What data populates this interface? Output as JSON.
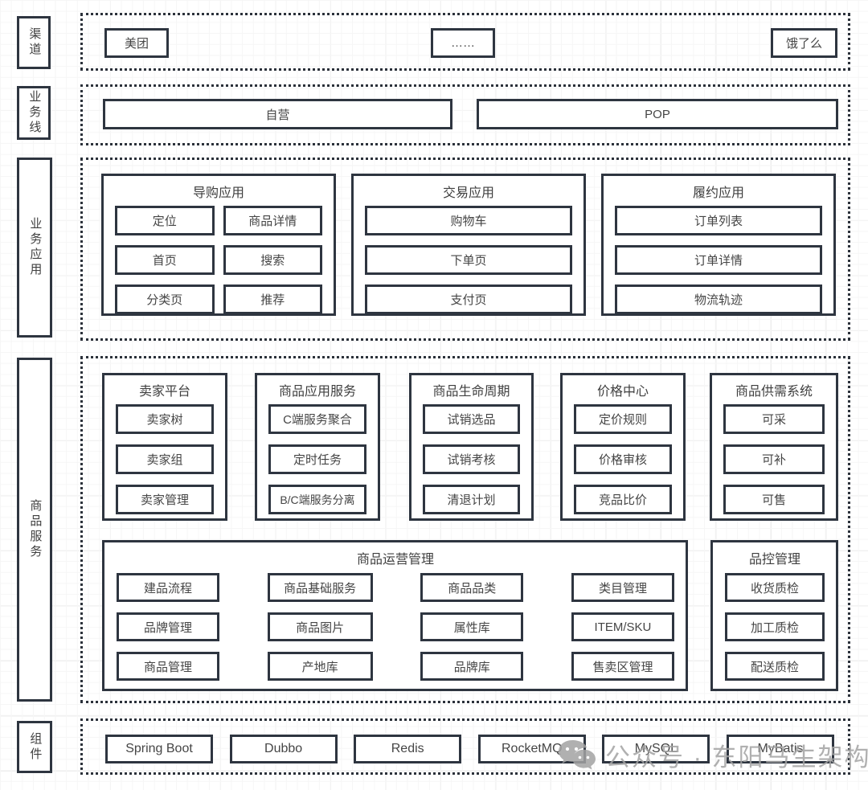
{
  "rails": {
    "channel": "渠道",
    "business_line": "业务线",
    "business_app": "业务应用",
    "product_service": "商品服务",
    "components": "组件"
  },
  "channel": {
    "items": [
      "美团",
      "……",
      "饿了么"
    ]
  },
  "business_line": {
    "items": [
      "自营",
      "POP"
    ]
  },
  "business_app": {
    "guide": {
      "title": "导购应用",
      "items": [
        "定位",
        "商品详情",
        "首页",
        "搜索",
        "分类页",
        "推荐"
      ]
    },
    "trade": {
      "title": "交易应用",
      "items": [
        "购物车",
        "下单页",
        "支付页"
      ]
    },
    "fulfillment": {
      "title": "履约应用",
      "items": [
        "订单列表",
        "订单详情",
        "物流轨迹"
      ]
    }
  },
  "product_service": {
    "seller_platform": {
      "title": "卖家平台",
      "items": [
        "卖家树",
        "卖家组",
        "卖家管理"
      ]
    },
    "app_service": {
      "title": "商品应用服务",
      "items": [
        "C端服务聚合",
        "定时任务",
        "B/C端服务分离"
      ]
    },
    "lifecycle": {
      "title": "商品生命周期",
      "items": [
        "试销选品",
        "试销考核",
        "清退计划"
      ]
    },
    "price_center": {
      "title": "价格中心",
      "items": [
        "定价规则",
        "价格审核",
        "竞品比价"
      ]
    },
    "supply_demand": {
      "title": "商品供需系统",
      "items": [
        "可采",
        "可补",
        "可售"
      ]
    },
    "operation": {
      "title": "商品运营管理",
      "col1": [
        "建品流程",
        "品牌管理",
        "商品管理"
      ],
      "col2": [
        "商品基础服务",
        "商品图片",
        "产地库"
      ],
      "col3": [
        "商品品类",
        "属性库",
        "品牌库"
      ],
      "col4": [
        "类目管理",
        "ITEM/SKU",
        "售卖区管理"
      ]
    },
    "quality": {
      "title": "品控管理",
      "items": [
        "收货质检",
        "加工质检",
        "配送质检"
      ]
    }
  },
  "components": {
    "items": [
      "Spring Boot",
      "Dubbo",
      "Redis",
      "RocketMQ",
      "MySQL",
      "MyBatis"
    ]
  },
  "watermark": {
    "text": "公众号 · 东阳马生架构",
    "icon": "wechat-icon"
  },
  "colors": {
    "border": "#2e3540",
    "text": "#454545",
    "watermark": "#a3a3a3",
    "grid": "#ececec"
  }
}
